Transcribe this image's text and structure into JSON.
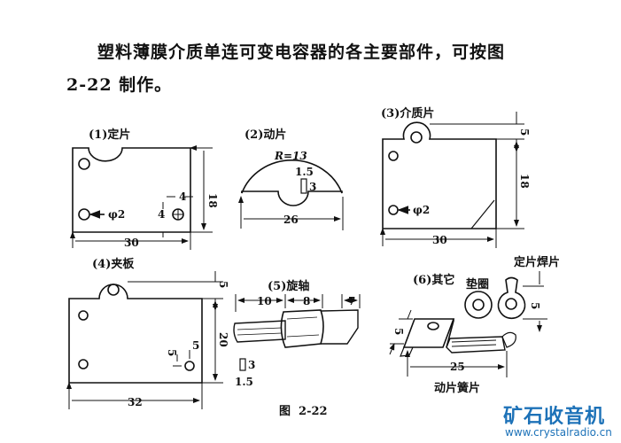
{
  "text": {
    "line1": "塑料薄膜介质单连可变电容器的各主要部件，可按图",
    "line2": "2-22 制作。"
  },
  "figure": {
    "caption": "图  2-22",
    "parts": {
      "p1": {
        "label": "(1)定片",
        "hole": "φ2",
        "d_width": "30",
        "d_height": "18",
        "d_off_x": "4",
        "d_off_y": "4"
      },
      "p2": {
        "label": "(2)动片",
        "radius": "R=13",
        "slot_w": "1.5",
        "slot_h": "3",
        "d_width": "26"
      },
      "p3": {
        "label": "(3)介质片",
        "hole": "φ2",
        "d_tab": "5",
        "d_height": "18",
        "d_width": "30"
      },
      "p4": {
        "label": "(4)夹板",
        "d_tab": "5",
        "d_height": "20",
        "d_off_x": "5",
        "d_off_y": "5",
        "d_width": "32",
        "slot_h": "3",
        "slot_w": "1.5"
      },
      "p5": {
        "label": "(5)旋轴",
        "d1": "10",
        "d2": "8",
        "d3": "7"
      },
      "p6": {
        "label": "(6)其它",
        "washer": "垫圈",
        "solder_lug": "定片焊片",
        "lug_dim": "5",
        "spring_dim": "5",
        "spring_len": "25",
        "spring": "动片簧片"
      }
    }
  },
  "watermark": {
    "title": "矿石收音机",
    "url": "www.crystalradio.cn",
    "color": "#1d72b8"
  }
}
